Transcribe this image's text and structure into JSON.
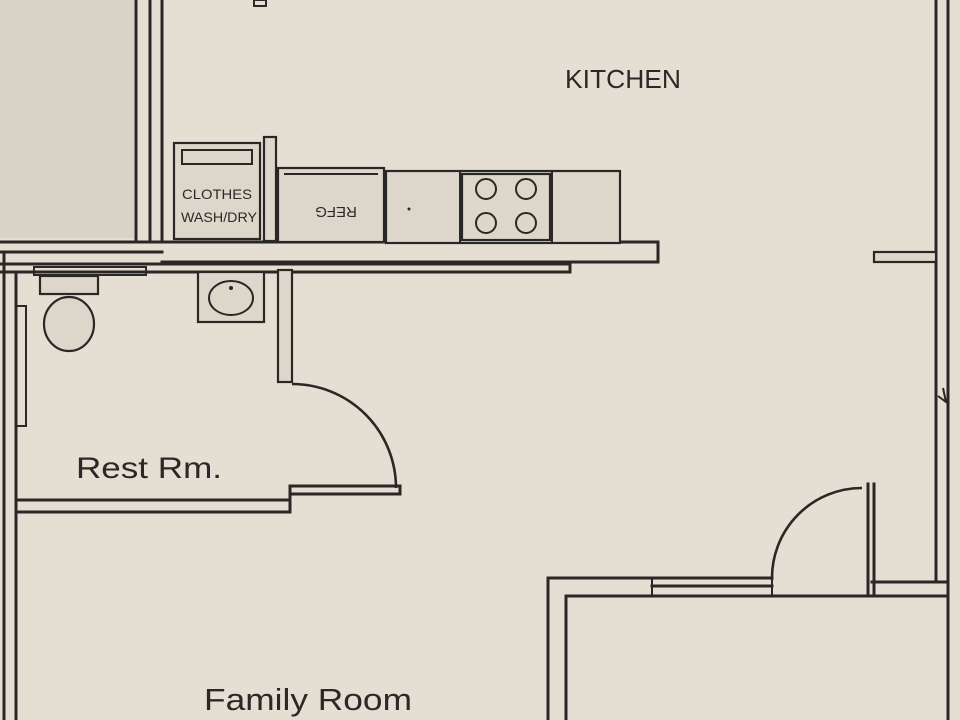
{
  "rooms": {
    "kitchen": "KITCHEN",
    "rest_room": "Rest Rm.",
    "family_room": "Family Room"
  },
  "fixtures": {
    "washer_line1": "CLOTHES",
    "washer_line2": "WASH/DRY",
    "refrigerator": "REFG"
  },
  "colors": {
    "paper": "#e4ded3",
    "ink": "#2a2826"
  }
}
